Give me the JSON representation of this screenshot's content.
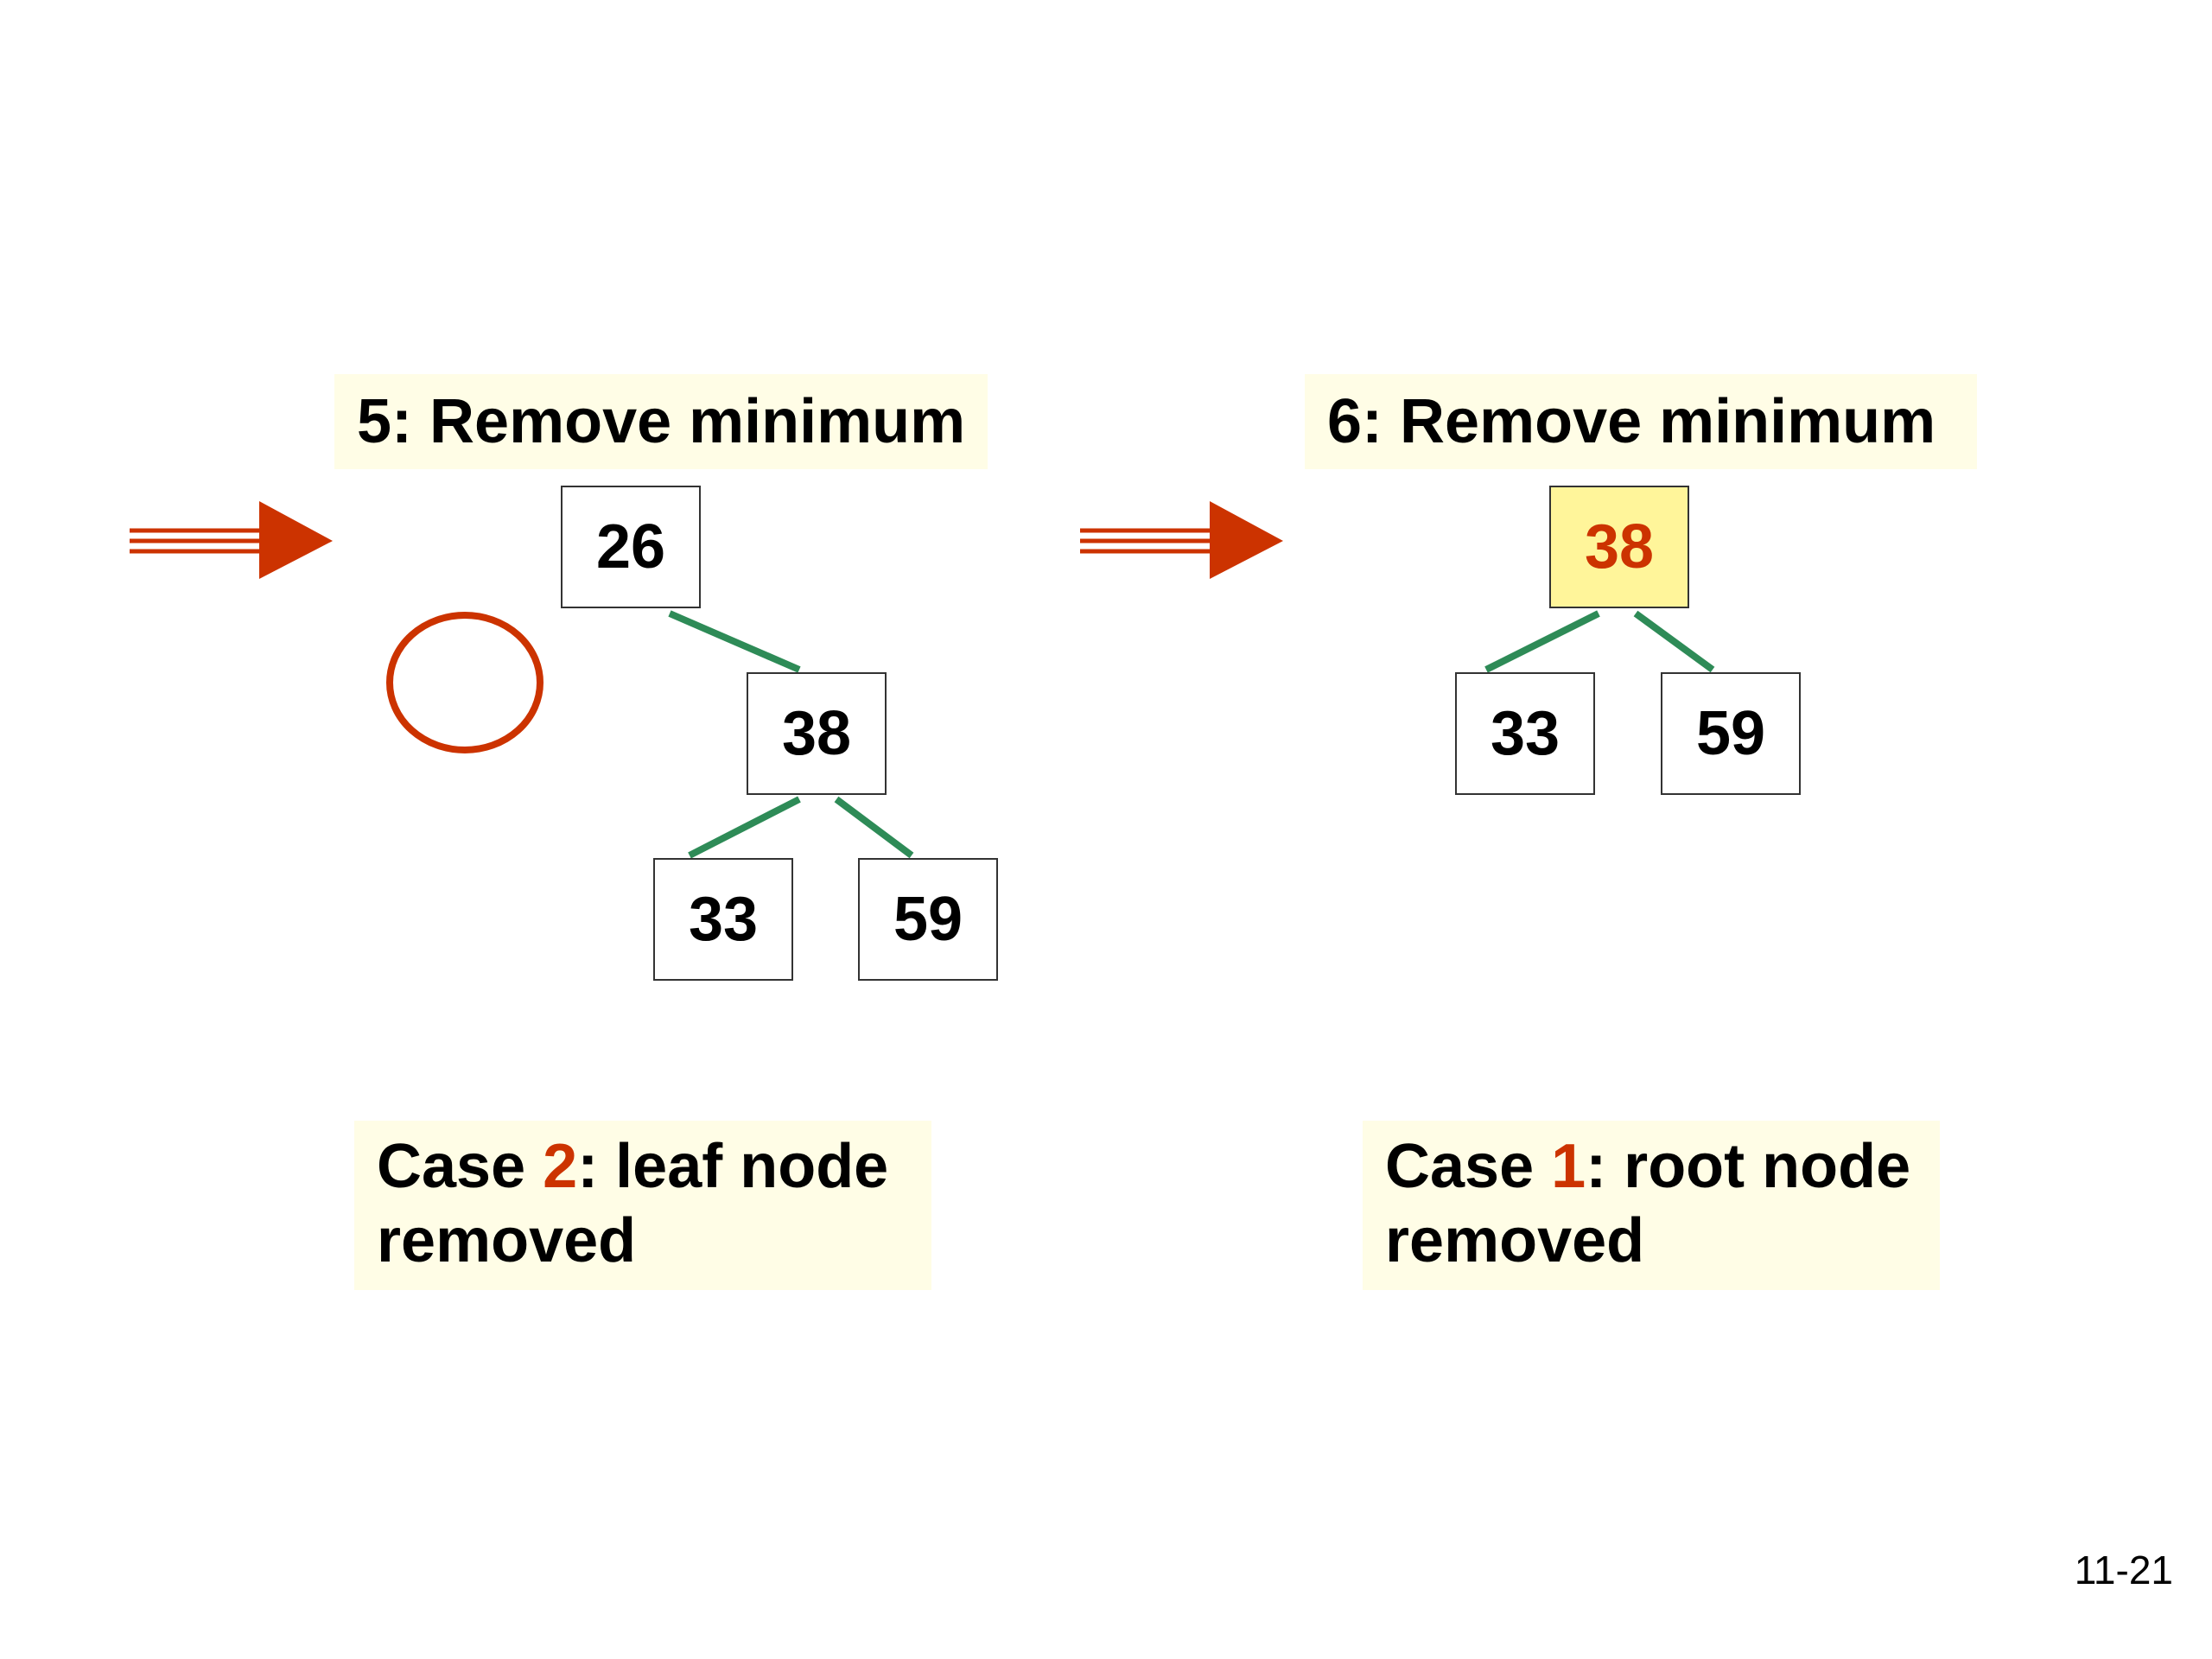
{
  "page_number": "11-21",
  "colors": {
    "accent": "#cc3300",
    "edge": "#2e8b57",
    "highlight_node": "#fff59a",
    "title_background": "#fffde6"
  },
  "left_panel": {
    "title": "5: Remove minimum",
    "nodes": [
      "26",
      "38",
      "33",
      "59"
    ],
    "case_label": "Case ",
    "case_number": "2",
    "case_text": ": leaf node",
    "case_text_line2": "removed"
  },
  "right_panel": {
    "title": "6: Remove minimum",
    "nodes": [
      "38",
      "33",
      "59"
    ],
    "case_label": "Case ",
    "case_number": "1",
    "case_text": ": root node",
    "case_text_line2": "removed"
  },
  "icons": [
    "arrow-right-icon",
    "circle-marker-icon"
  ]
}
